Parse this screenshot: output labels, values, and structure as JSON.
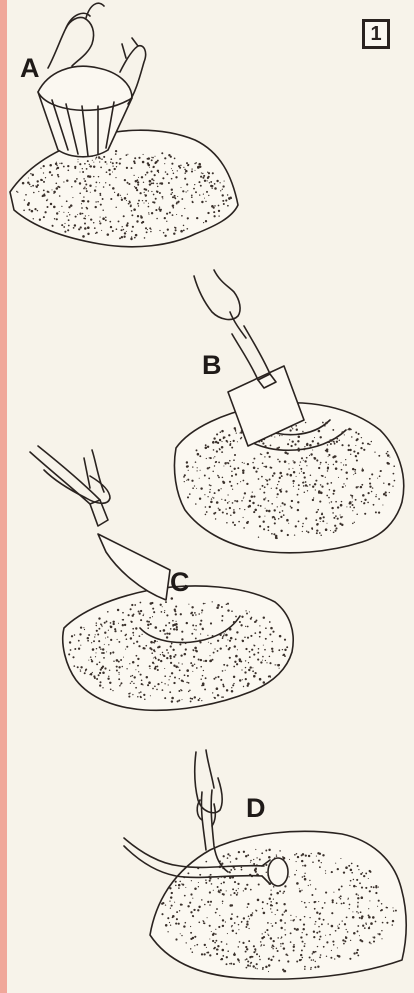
{
  "figure_number": "1",
  "steps": [
    {
      "label": "A"
    },
    {
      "label": "B"
    },
    {
      "label": "C"
    },
    {
      "label": "D"
    }
  ]
}
